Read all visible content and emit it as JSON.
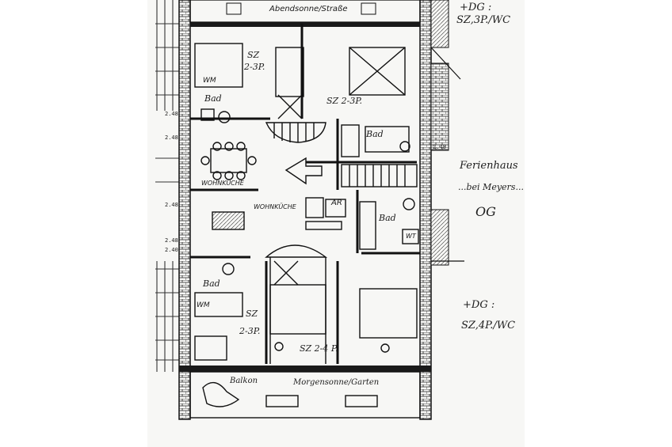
{
  "labels": {
    "abendsonne": "Abendsonne/Straße",
    "sz_top_left": "SZ",
    "sz_top_left_cap": "2-3P.",
    "wm_top": "WM",
    "bad_top_left": "Bad",
    "sz_top_right": "SZ 2-3P.",
    "bad_mid": "Bad",
    "wohnkueche_left": "WOHNKÜCHE",
    "wohnkueche_center": "WOHNKÜCHE",
    "ar": "AR",
    "bad_right": "Bad",
    "wt": "WT",
    "bad_bottom_left": "Bad",
    "wm_bottom": "WM",
    "sz_bottom_left": "SZ",
    "sz_bottom_left_cap": "2-3P.",
    "sz_bottom_center": "SZ 2-4 P.",
    "balkon": "Balkon",
    "morgensonne": "Morgensonne/Garten"
  },
  "dimensions": {
    "d1": "2.48",
    "d2": "2.48",
    "d3": "2.48",
    "d4": "2.48",
    "d5": "2.40",
    "d6": "2.48"
  },
  "notes": {
    "top_right": "+DG :",
    "top_right_2": "SZ,3P./WC",
    "ferienhaus": "Ferienhaus",
    "bei_meyers": "...bei Meyers...",
    "og": "OG",
    "bottom_right": "+DG :",
    "bottom_right_2": "SZ,4P./WC"
  },
  "colors": {
    "ink": "#1a1a1a",
    "paper": "#f7f7f5",
    "page": "#ffffff"
  }
}
